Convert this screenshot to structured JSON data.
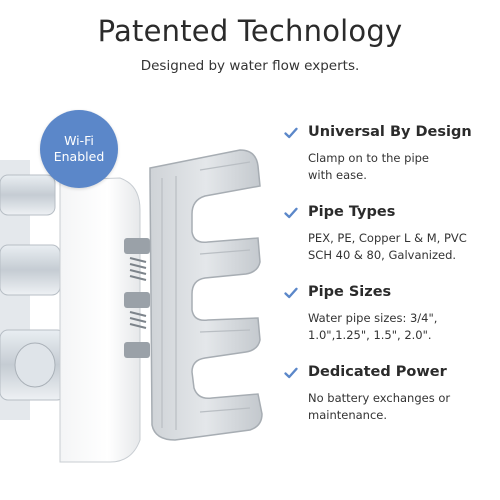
{
  "header": {
    "title": "Patented Technology",
    "subtitle": "Designed by water flow experts."
  },
  "badge": {
    "line1": "Wi-Fi",
    "line2": "Enabled"
  },
  "accent_color": "#5b87c9",
  "check_icon": "check-icon",
  "features": [
    {
      "title": "Universal By Design",
      "desc_line1": "Clamp on to the pipe",
      "desc_line2": "with ease."
    },
    {
      "title": "Pipe Types",
      "desc_line1": "PEX, PE, Copper L & M, PVC",
      "desc_line2": "SCH 40 & 80, Galvanized."
    },
    {
      "title": "Pipe Sizes",
      "desc_line1": "Water pipe sizes: 3/4\",",
      "desc_line2": "1.0\",1.25\", 1.5\", 2.0\"."
    },
    {
      "title": "Dedicated Power",
      "desc_line1": "No battery exchanges or",
      "desc_line2": "maintenance."
    }
  ]
}
